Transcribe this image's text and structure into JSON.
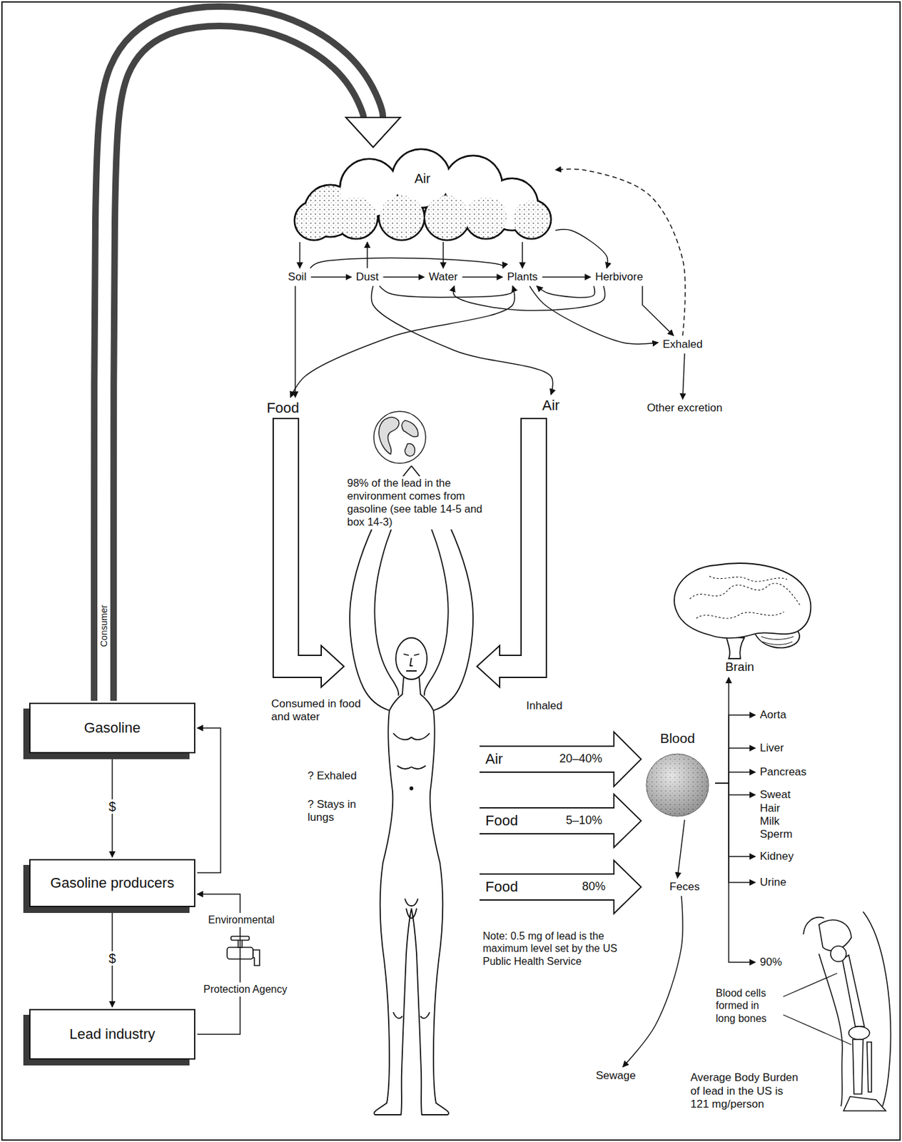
{
  "diagram": {
    "nodes": [
      {
        "text": [
          "Air"
        ]
      },
      {
        "text": [
          "Soil"
        ]
      },
      {
        "text": [
          "Dust"
        ]
      },
      {
        "text": [
          "Water"
        ]
      },
      {
        "text": [
          "Plants"
        ]
      },
      {
        "text": [
          "Herbivore"
        ]
      },
      {
        "text": [
          "Exhaled"
        ]
      },
      {
        "text": [
          "Other excretion"
        ]
      },
      {
        "text": [
          "Food"
        ]
      },
      {
        "text": [
          "Air"
        ]
      },
      {
        "text": [
          "Gasoline"
        ]
      },
      {
        "text": [
          "Gasoline producers"
        ]
      },
      {
        "text": [
          "Lead industry"
        ]
      },
      {
        "text": [
          "Blood"
        ]
      },
      {
        "text": [
          "Brain"
        ]
      },
      {
        "text": [
          "Aorta"
        ]
      },
      {
        "text": [
          "Liver"
        ]
      },
      {
        "text": [
          "Pancreas"
        ]
      },
      {
        "text": [
          "Sweat Hair Milk Sperm"
        ]
      },
      {
        "text": [
          "Kidney"
        ]
      },
      {
        "text": [
          "Urine"
        ]
      },
      {
        "text": [
          "90%"
        ]
      },
      {
        "text": [
          "Feces"
        ]
      },
      {
        "text": [
          "Sewage"
        ]
      }
    ],
    "edges": [
      {
        "from": 10,
        "to": 0,
        "label": "Consumer",
        "arrow": "to"
      },
      {
        "from": 10,
        "to": 11,
        "label": "$",
        "arrow": "to"
      },
      {
        "from": 11,
        "to": 12,
        "label": "$",
        "arrow": "to"
      },
      {
        "from": 11,
        "to": 10,
        "arrow": "to"
      },
      {
        "from": 12,
        "to": 11,
        "arrow": "to"
      },
      {
        "from": 0,
        "to": 1,
        "arrow": "to"
      },
      {
        "from": 0,
        "to": 3,
        "arrow": "to"
      },
      {
        "from": 0,
        "to": 4,
        "arrow": "to"
      },
      {
        "from": 0,
        "to": 5,
        "arrow": "to"
      },
      {
        "from": 2,
        "to": 0,
        "arrow": "to"
      },
      {
        "from": 1,
        "to": 2,
        "arrow": "to"
      },
      {
        "from": 2,
        "to": 3,
        "arrow": "to"
      },
      {
        "from": 3,
        "to": 4,
        "arrow": "to"
      },
      {
        "from": 4,
        "to": 5,
        "arrow": "to"
      },
      {
        "from": 1,
        "to": 4,
        "arrow": "to"
      },
      {
        "from": 2,
        "to": 4,
        "arrow": "to"
      },
      {
        "from": 5,
        "to": 3,
        "arrow": "to"
      },
      {
        "from": 5,
        "to": 4,
        "arrow": "to"
      },
      {
        "from": 1,
        "to": 8,
        "arrow": "to"
      },
      {
        "from": 4,
        "to": 8,
        "arrow": "to"
      },
      {
        "from": 2,
        "to": 9,
        "arrow": "to"
      },
      {
        "from": 4,
        "to": 6,
        "arrow": "to"
      },
      {
        "from": 5,
        "to": 6,
        "arrow": "to"
      },
      {
        "from": 6,
        "to": 7,
        "arrow": "to"
      },
      {
        "from": 6,
        "to": 0,
        "arrow": "to"
      },
      {
        "from": 13,
        "to": 14,
        "arrow": "to"
      },
      {
        "from": 13,
        "to": 15,
        "arrow": "to"
      },
      {
        "from": 13,
        "to": 16,
        "arrow": "to"
      },
      {
        "from": 13,
        "to": 17,
        "arrow": "to"
      },
      {
        "from": 13,
        "to": 18,
        "arrow": "to"
      },
      {
        "from": 13,
        "to": 19,
        "arrow": "to"
      },
      {
        "from": 13,
        "to": 20,
        "arrow": "to"
      },
      {
        "from": 13,
        "to": 21,
        "arrow": "to"
      },
      {
        "from": 13,
        "to": 22,
        "arrow": "to"
      },
      {
        "from": 22,
        "to": 23,
        "arrow": "to"
      }
    ],
    "labels": [
      "98% of the lead in the environment comes from gasoline (see table 14-5 and box 14-3)",
      "Consumed in food and water",
      "Inhaled",
      "? Exhaled",
      "? Stays in lungs",
      "Air",
      "20–40%",
      "Food",
      "5–10%",
      "Food",
      "80%",
      "Note: 0.5 mg of lead is the maximum level set by the US Public Health Service",
      "Environmental",
      "Protection Agency",
      "Blood cells formed in long bones",
      "Average Body Burden of lead in the US is 121 mg/person"
    ]
  }
}
